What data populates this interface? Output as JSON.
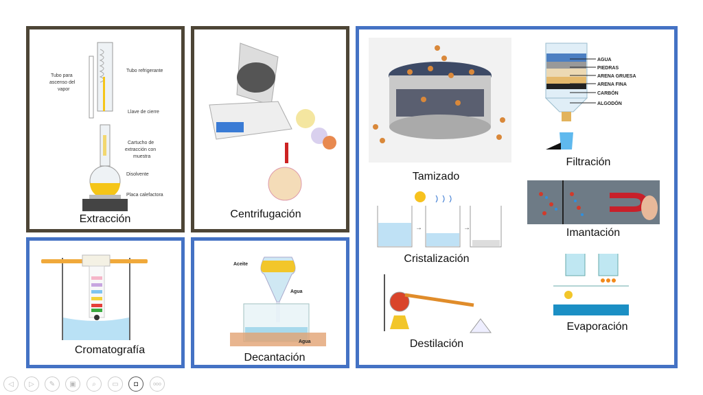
{
  "slide": {
    "extraccion": {
      "title": "Extracción",
      "labels": [
        "Tubo para",
        "ascenso del",
        "vapor",
        "Tubo refrigerante",
        "Llave de cierre",
        "Cartucho de",
        "extracción con",
        "muestra",
        "Disolvente",
        "Placa calefactora"
      ]
    },
    "centrifugacion": {
      "title": "Centrifugación"
    },
    "cromatografia": {
      "title": "Cromatografía"
    },
    "decantacion": {
      "title": "Decantación",
      "labels": [
        "Aceite",
        "Agua",
        "Agua"
      ]
    },
    "tamizado": {
      "title": "Tamizado"
    },
    "filtracion": {
      "title": "Filtración",
      "labels": [
        "AGUA",
        "PIEDRAS",
        "ARENA GRUESA",
        "ARENA FINA",
        "CARBÓN",
        "ALGODÓN"
      ]
    },
    "cristalizacion": {
      "title": "Cristalización"
    },
    "imantacion": {
      "title": "Imantación"
    },
    "destilacion": {
      "title": "Destilación"
    },
    "evaporacion": {
      "title": "Evaporación"
    }
  },
  "toolbar": {
    "buttons": [
      "previous-icon",
      "next-icon",
      "pen-icon",
      "slides-icon",
      "zoom-icon",
      "subtitles-icon",
      "camera-icon",
      "more-icon"
    ],
    "more_label": "ooo"
  },
  "colors": {
    "brown_border": "#4d4536",
    "blue_border": "#4472c4"
  }
}
